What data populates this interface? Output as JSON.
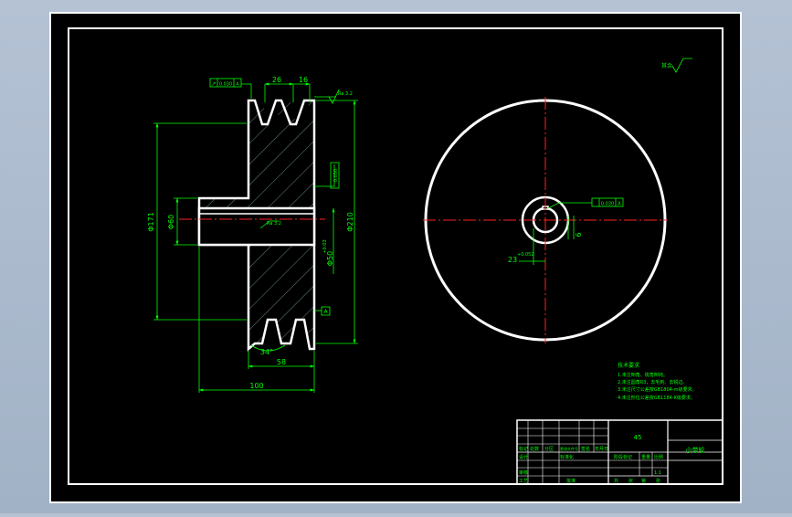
{
  "drawing": {
    "colors": {
      "background": "#a8b8cc",
      "sheet": "#000000",
      "outline": "#ffffff",
      "dimension": "#00ff00",
      "centerline": "#ff2020",
      "hatch": "#7fa8b0"
    },
    "dimensions": {
      "groove_pitch": "26",
      "groove_top": "16",
      "hub_length": "58",
      "total_length": "100",
      "groove_angle": "34°",
      "dia_171": "Φ171",
      "dia_60": "Φ60",
      "dia_210": "Φ210",
      "bore_dia": "Φ50",
      "keyway_depth": "23",
      "keyway_width": "6"
    },
    "tolerances": {
      "bore_tol": "+0.03",
      "keyway_tol": "+0.052"
    },
    "surface_finish": {
      "main": "Ra 3.2",
      "bore": "Ra 3.2",
      "general_label": "其余"
    },
    "geometric_tolerances": {
      "runout_top": "0.030",
      "runout_side": "0.030",
      "symmetry": "0.030",
      "datum": "A"
    },
    "tech_requirements": {
      "title": "技术要求",
      "items": [
        "1.未注倒角、锐角倒钝。",
        "2.未注圆角R3，去毛刺、去锐边。",
        "3.未注尺寸公差按GB1804-m级要求。",
        "4.未注形位公差按GB1184-K级要求。"
      ]
    },
    "title_block": {
      "material": "45",
      "part_name": "小带轮",
      "scale": "1:1",
      "labels": [
        "标记",
        "处数",
        "分区",
        "更改文件号",
        "签名",
        "年月日",
        "设计",
        "标准化",
        "审核",
        "工艺",
        "批准",
        "阶段标记",
        "重量",
        "比例",
        "共",
        "张",
        "第",
        "张"
      ]
    }
  }
}
